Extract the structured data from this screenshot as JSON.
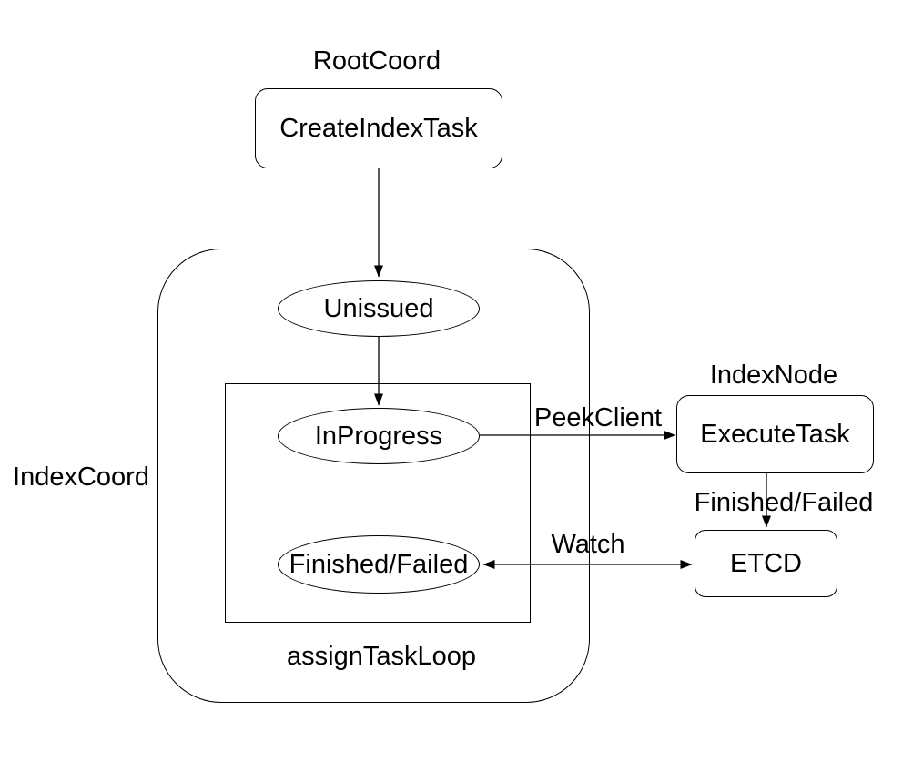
{
  "diagram": {
    "colors": {
      "background": "#ffffff",
      "stroke": "#000000",
      "text": "#000000"
    },
    "groups": {
      "root_coord": {
        "label": "RootCoord"
      },
      "index_coord": {
        "label": "IndexCoord"
      },
      "assign_task_loop": {
        "label": "assignTaskLoop"
      },
      "index_node": {
        "label": "IndexNode"
      }
    },
    "nodes": {
      "create_index_task": {
        "label": "CreateIndexTask",
        "shape": "rounded-rect"
      },
      "unissued": {
        "label": "Unissued",
        "shape": "ellipse"
      },
      "in_progress": {
        "label": "InProgress",
        "shape": "ellipse"
      },
      "finished_failed": {
        "label": "Finished/Failed",
        "shape": "ellipse"
      },
      "execute_task": {
        "label": "ExecuteTask",
        "shape": "rounded-rect"
      },
      "etcd": {
        "label": "ETCD",
        "shape": "rounded-rect"
      }
    },
    "edges": {
      "create_index_task_to_unissued": {
        "label": "",
        "from": "create_index_task",
        "to": "unissued"
      },
      "unissued_to_in_progress": {
        "label": "",
        "from": "unissued",
        "to": "in_progress"
      },
      "peek_client": {
        "label": "PeekClient",
        "from": "in_progress",
        "to": "execute_task"
      },
      "execute_task_to_etcd": {
        "label": "Finished/Failed",
        "from": "execute_task",
        "to": "etcd"
      },
      "watch": {
        "label": "Watch",
        "from": "etcd",
        "to": "finished_failed",
        "bidirectional": true
      }
    }
  }
}
